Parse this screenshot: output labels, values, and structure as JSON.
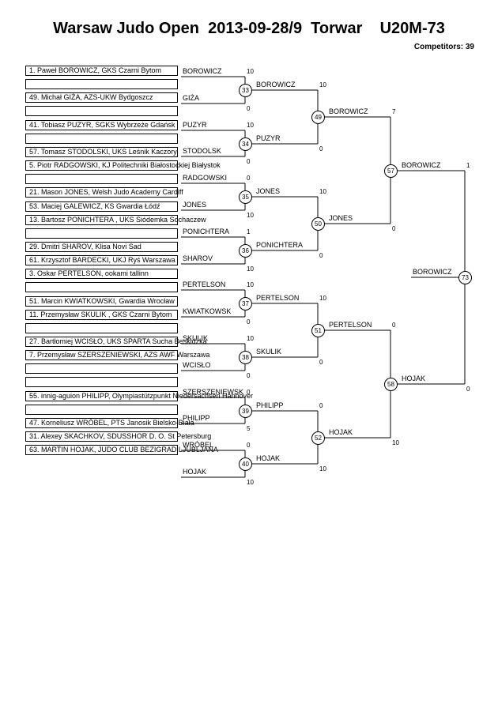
{
  "header": {
    "title": "Warsaw Judo Open  2013-09-28/9  Torwar    U20M-73",
    "competitors": "Competitors: 39"
  },
  "slots": [
    "1. Paweł BOROWICZ, GKS Czarni Bytom",
    "",
    "49. Michał GIŻA, AZS-UKW Bydgoszcz",
    "",
    "41. Tobiasz PUZYR, SGKS Wybrzeże Gdańsk",
    "",
    "57. Tomasz STODOLSKI, UKS Leśnik Kaczory",
    "5. Piotr RADGOWSKI, KJ Politechniki Białostockiej Białystok",
    "",
    "21. Mason JONES, Welsh Judo Academy Cardiff",
    "53. Maciej GALEWICZ, KS Gwardia Łódź",
    "13. Bartosz PONICHTERA , UKS Siódemka Sochaczew",
    "",
    "29. Dmitri  SHAROV, Klisa Novi Sad",
    "61. Krzysztof BARDECKI, UKJ Ryś Warszawa",
    "3. Oskar PERTELSON, ookami tallinn",
    "",
    "51. Marcin KWIATKOWSKI, Gwardia Wrocław",
    "11. Przemysław SKULIK , GKS Czarni Bytom",
    "",
    "27. Bartłomiej WCISŁO, UKS   SPARTA  Sucha Beskidzka",
    "7. Przemysław SZERSZENIEWSKI, AZS AWF Warszawa",
    "",
    "",
    "55. innig-aguion PHILIPP, Olympiastützpunkt Niedersachsen Hannover",
    "",
    "47. Korneliusz WRÓBEL, PTS Janosik Bielsko-Biała",
    "31. Alexey SKACHKOV, SDUSSHOR D. O. St Petersburg",
    "63. MARTIN HOJAK, JUDO CLUB BEZIGRAD LJUBLJANA"
  ],
  "r1_winners": [
    "BOROWICZ",
    "GIŻA",
    "PUZYR",
    "STODOLSK",
    "RADGOWSKI",
    "JONES",
    "PONICHTERA",
    "SHAROV",
    "PERTELSON",
    "KWIATKOWSK",
    "SKULIK",
    "WCISŁO",
    "SZERSZENIEWSK",
    "PHILIPP",
    "WRÓBEL",
    "HOJAK"
  ],
  "r1_scores": [
    "10",
    "0",
    "10",
    "0",
    "0",
    "10",
    "1",
    "10",
    "10",
    "0",
    "10",
    "0",
    "0",
    "5",
    "0",
    "10"
  ],
  "r1_matches": [
    "33",
    "34",
    "35",
    "36",
    "37",
    "38",
    "39",
    "40"
  ],
  "r2_winners": [
    "BOROWICZ",
    "PUZYR",
    "JONES",
    "PONICHTERA",
    "PERTELSON",
    "SKULIK",
    "PHILIPP",
    "HOJAK"
  ],
  "r2_scores": [
    "10",
    "0",
    "10",
    "0",
    "10",
    "0",
    "0",
    "10"
  ],
  "r2_matches": [
    "49",
    "50",
    "51",
    "52"
  ],
  "r3_winners": [
    "BOROWICZ",
    "JONES",
    "PERTELSON",
    "HOJAK"
  ],
  "r3_scores": [
    "7",
    "0",
    "0",
    "10"
  ],
  "r3_matches": [
    "57",
    "58"
  ],
  "r4_winners": [
    "BOROWICZ",
    "HOJAK"
  ],
  "r4_scores": [
    "1",
    "0"
  ],
  "final_match": "73",
  "final_winner": "BOROWICZ"
}
